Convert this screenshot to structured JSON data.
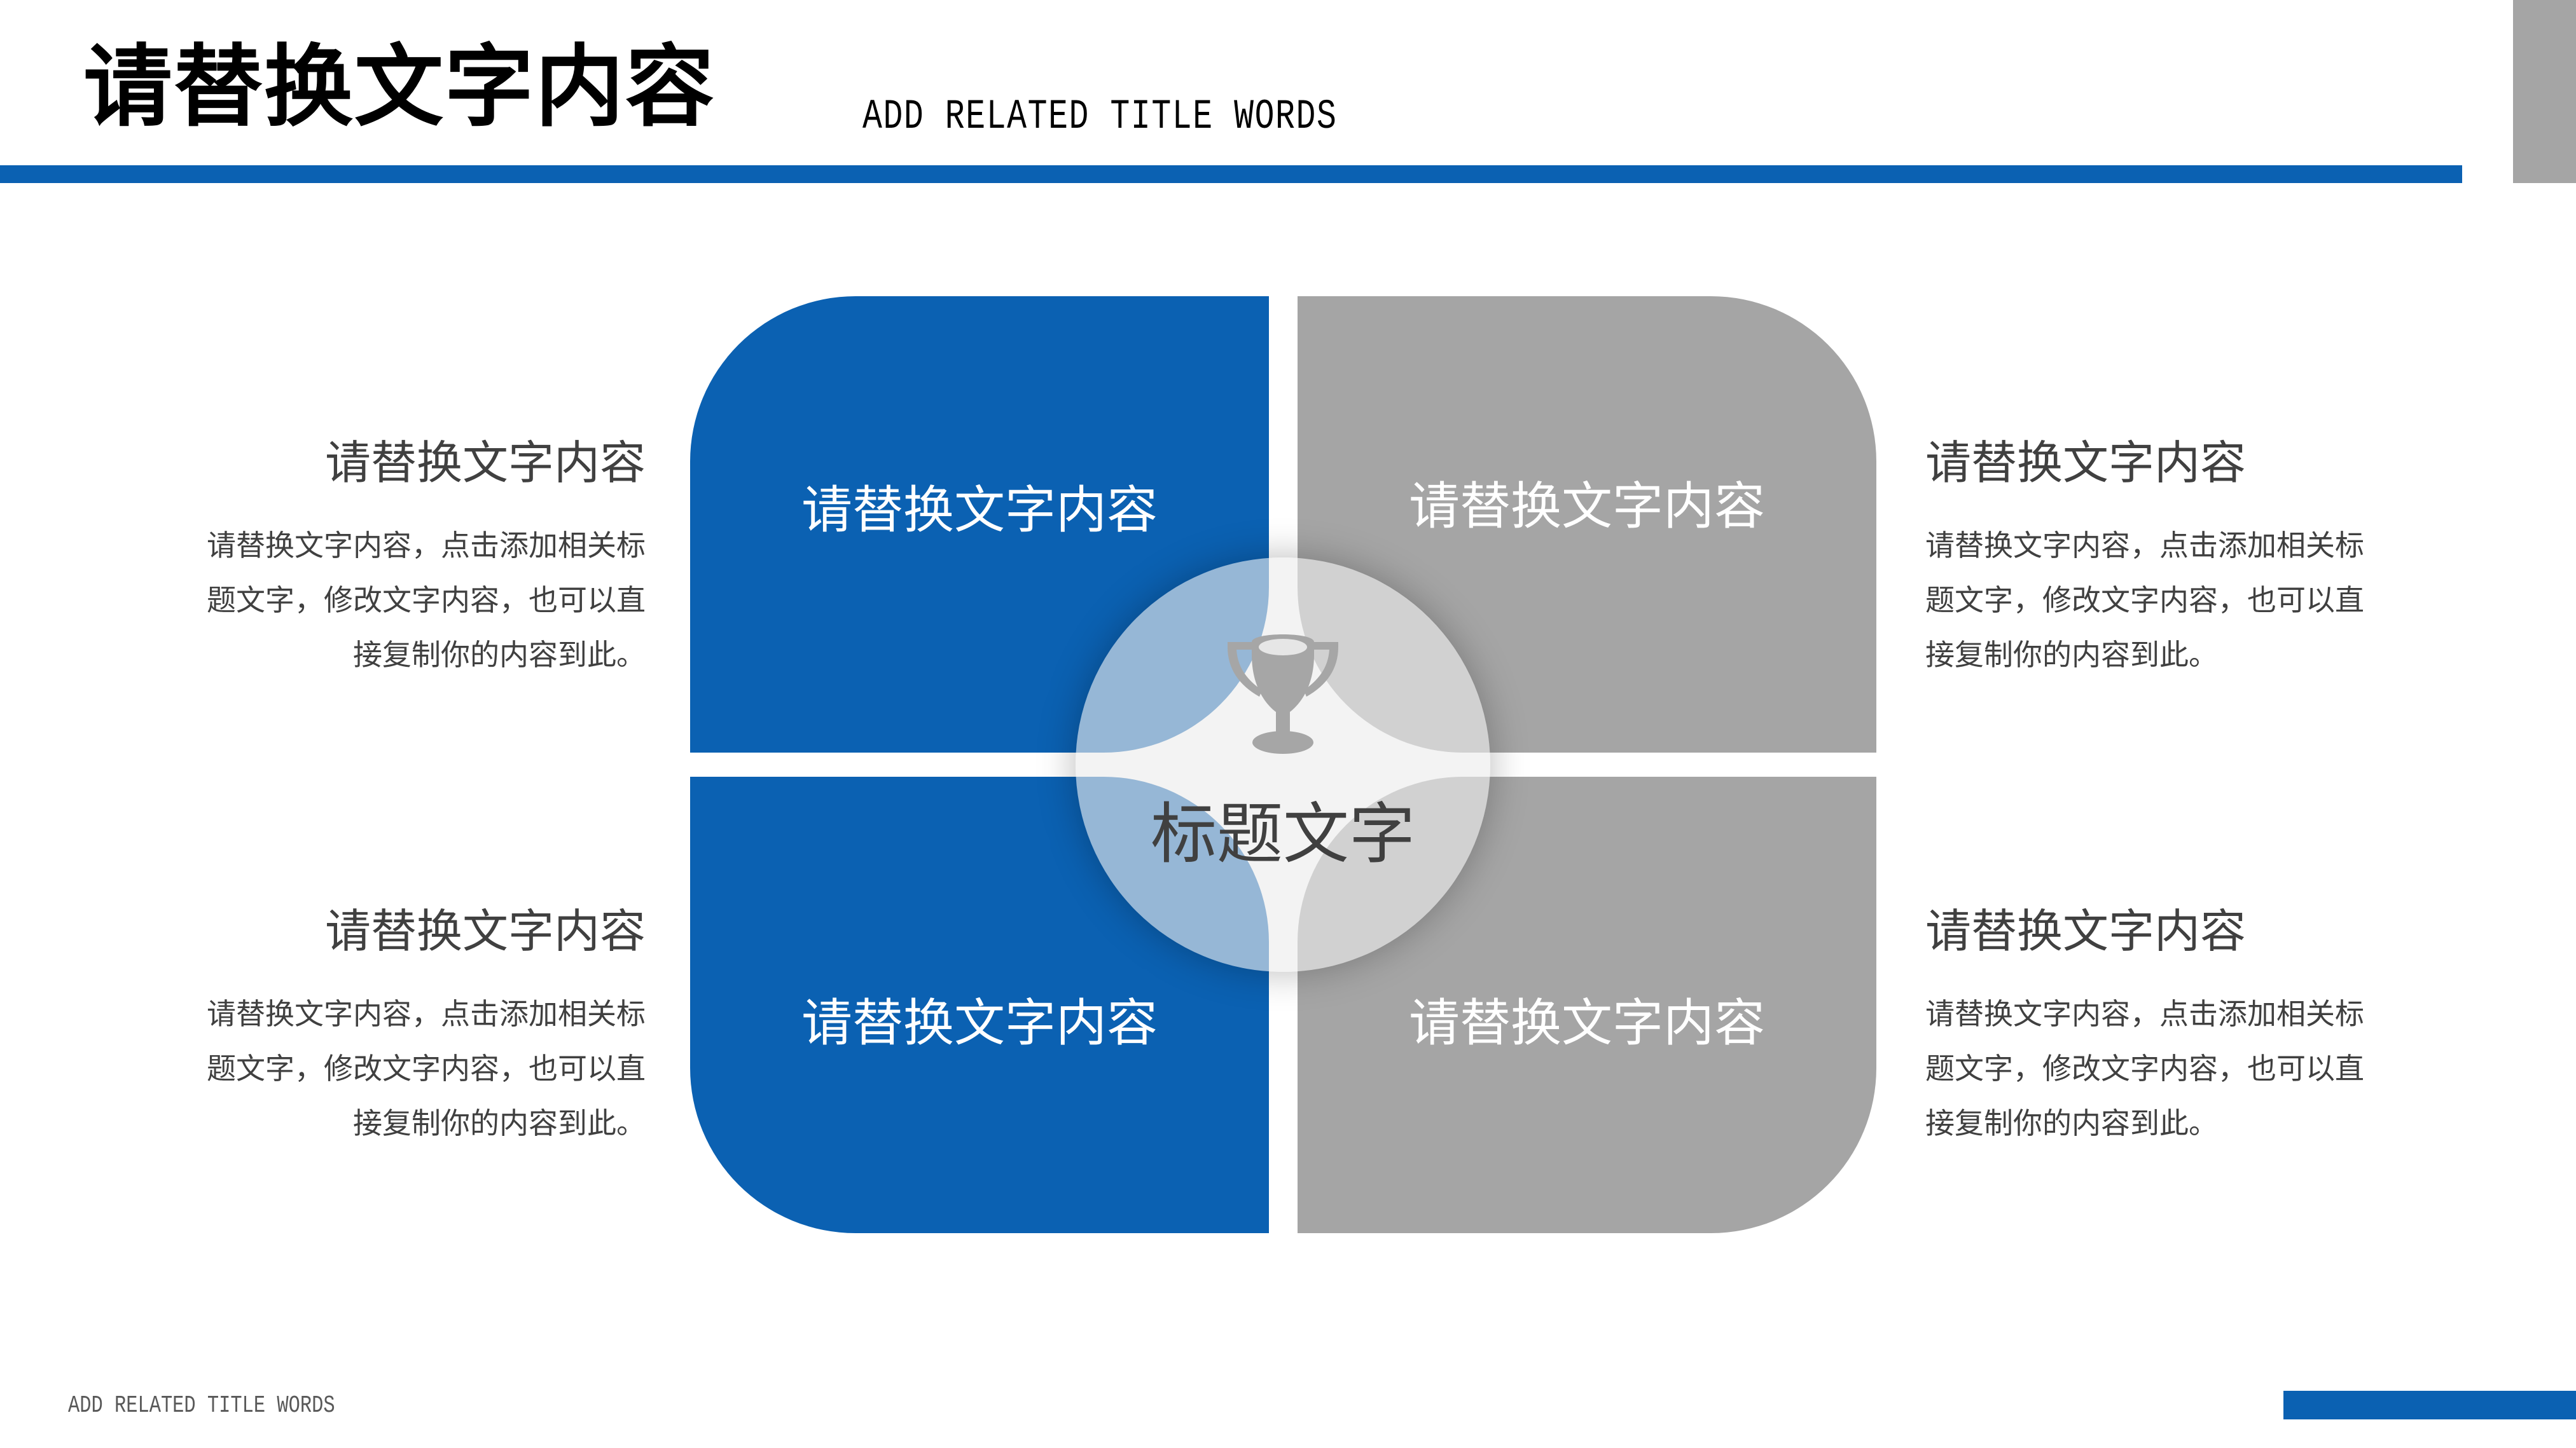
{
  "header": {
    "title": "请替换文字内容",
    "subtitle": "ADD RELATED TITLE WORDS"
  },
  "colors": {
    "accent_blue": "#0b61b2",
    "accent_gray": "#a5a5a5",
    "text_dark": "#404040"
  },
  "quadrants": [
    {
      "position": "top-left",
      "label": "请替换文字内容",
      "color": "#0b61b2"
    },
    {
      "position": "top-right",
      "label": "请替换文字内容",
      "color": "#a5a5a5"
    },
    {
      "position": "bottom-left",
      "label": "请替换文字内容",
      "color": "#0b61b2"
    },
    {
      "position": "bottom-right",
      "label": "请替换文字内容",
      "color": "#a5a5a5"
    }
  ],
  "center": {
    "icon": "trophy-icon",
    "label": "标题文字"
  },
  "side_blocks": [
    {
      "position": "left-top",
      "heading": "请替换文字内容",
      "lines": [
        "请替换文字内容，点击添加相关标",
        "题文字，修改文字内容，也可以直",
        "接复制你的内容到此。"
      ]
    },
    {
      "position": "left-bottom",
      "heading": "请替换文字内容",
      "lines": [
        "请替换文字内容，点击添加相关标",
        "题文字，修改文字内容，也可以直",
        "接复制你的内容到此。"
      ]
    },
    {
      "position": "right-top",
      "heading": "请替换文字内容",
      "lines": [
        "请替换文字内容，点击添加相关标",
        "题文字，修改文字内容，也可以直",
        "接复制你的内容到此。"
      ]
    },
    {
      "position": "right-bottom",
      "heading": "请替换文字内容",
      "lines": [
        "请替换文字内容，点击添加相关标",
        "题文字，修改文字内容，也可以直",
        "接复制你的内容到此。"
      ]
    }
  ],
  "footer": {
    "text": "ADD RELATED TITLE WORDS"
  }
}
